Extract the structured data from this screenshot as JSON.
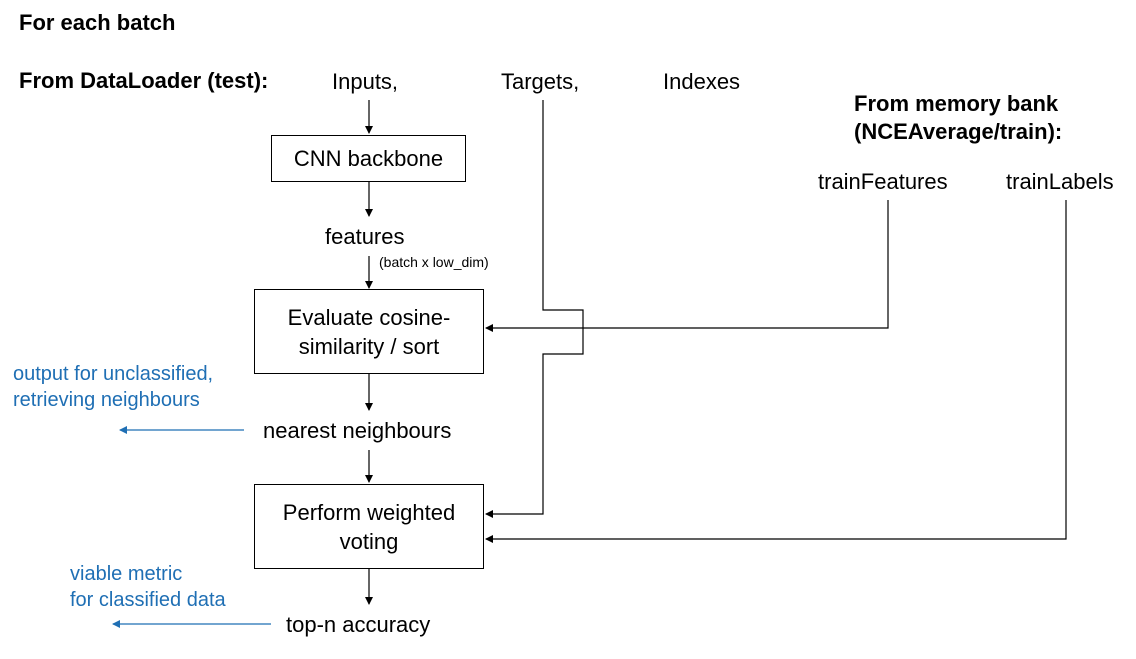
{
  "headers": {
    "batch": "For each batch",
    "dataloader": "From DataLoader (test):",
    "memory_bank_line1": "From memory bank",
    "memory_bank_line2": "(NCEAverage/train):"
  },
  "inputs": {
    "inputs": "Inputs,",
    "targets": "Targets,",
    "indexes": "Indexes"
  },
  "memory": {
    "train_features": "trainFeatures",
    "train_labels": "trainLabels"
  },
  "boxes": {
    "cnn": "CNN backbone",
    "cosine_line1": "Evaluate cosine-",
    "cosine_line2": "similarity / sort",
    "vote_line1": "Perform weighted",
    "vote_line2": "voting"
  },
  "labels": {
    "features": "features",
    "features_dims": "(batch x low_dim)",
    "nearest": "nearest neighbours",
    "topn": "top-n accuracy"
  },
  "outputs": {
    "unclassified_line1": "output for unclassified,",
    "unclassified_line2": "retrieving neighbours",
    "metric_line1": "viable metric",
    "metric_line2": "for classified data"
  },
  "colors": {
    "output_text": "#1f6fb4",
    "output_arrow": "#1f6fb4",
    "flow": "#000000"
  }
}
